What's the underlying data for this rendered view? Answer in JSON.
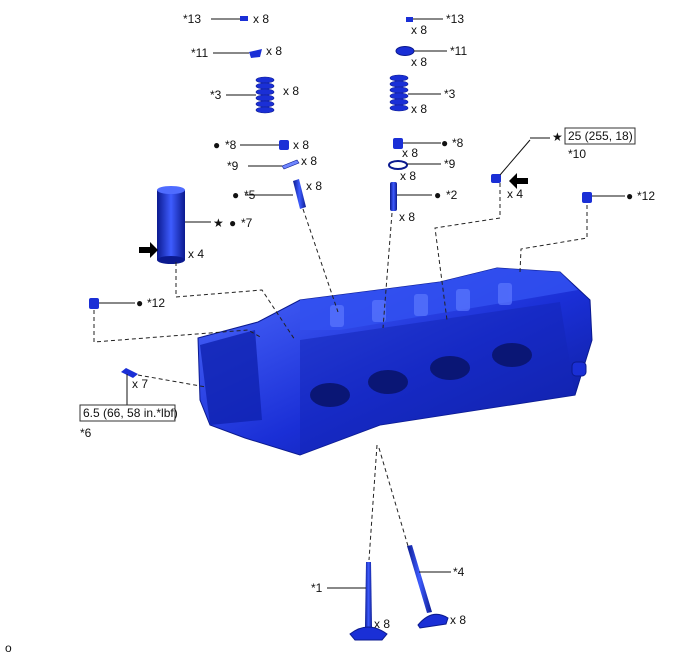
{
  "diagram": {
    "callouts": {
      "c13_left": "*13",
      "c13_right": "*13",
      "c11_left": "*11",
      "c11_right": "*11",
      "c3_left": "*3",
      "c3_right": "*3",
      "c8_left": "*8",
      "c8_right": "*8",
      "c9_left": "*9",
      "c9_right": "*9",
      "c5": "*5",
      "c2": "*2",
      "c7": "*7",
      "c10": "*10",
      "c12_left": "*12",
      "c12_right": "*12",
      "c6": "*6",
      "c1": "*1",
      "c4": "*4"
    },
    "quantities": {
      "x8": "x 8",
      "x4": "x 4",
      "x7": "x 7"
    },
    "torques": {
      "t10": "25 (255, 18)",
      "t6": "6.5 (66, 58 in.*lbf)"
    },
    "symbols": {
      "dot": "●",
      "star": "★"
    },
    "footer_code": "o",
    "colors": {
      "part_blue": "#1a2fd6",
      "part_dark": "#0b1a8f",
      "part_light": "#4f6cff"
    }
  }
}
